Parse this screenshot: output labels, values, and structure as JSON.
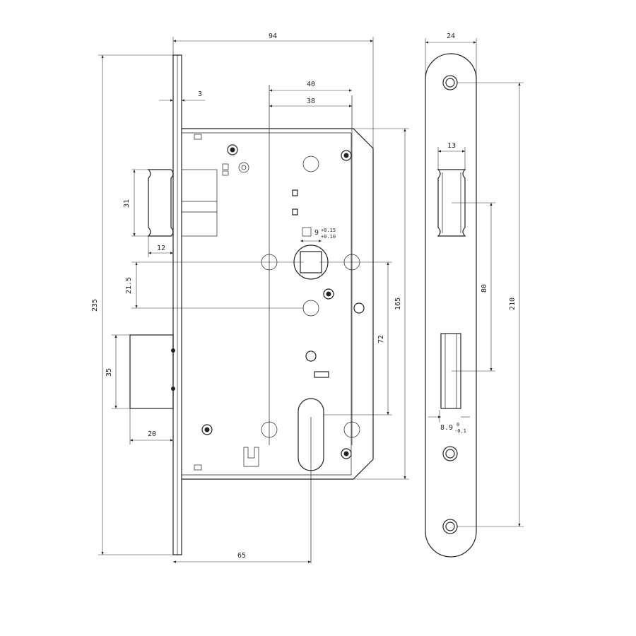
{
  "drawing": {
    "dimensions": {
      "overall_width": "94",
      "faceplate_thickness": "3",
      "backset_outer": "40",
      "backset_inner": "38",
      "latch_height": "31",
      "latch_projection": "12",
      "follower_offset": "21.5",
      "overall_height": "235",
      "deadbolt_height": "35",
      "deadbolt_projection": "20",
      "backset": "65",
      "case_height": "165",
      "center_distance": "72",
      "follower_size": "9",
      "follower_tol_upper": "+0.15",
      "follower_tol_lower": "+0.10",
      "strike_width": "24",
      "strike_latch_width": "13",
      "strike_hole_spacing": "80",
      "strike_overall_height": "210",
      "strike_bolt_width": "8.9",
      "strike_bolt_tol_upper": "0",
      "strike_bolt_tol_lower": "-0.1"
    }
  }
}
